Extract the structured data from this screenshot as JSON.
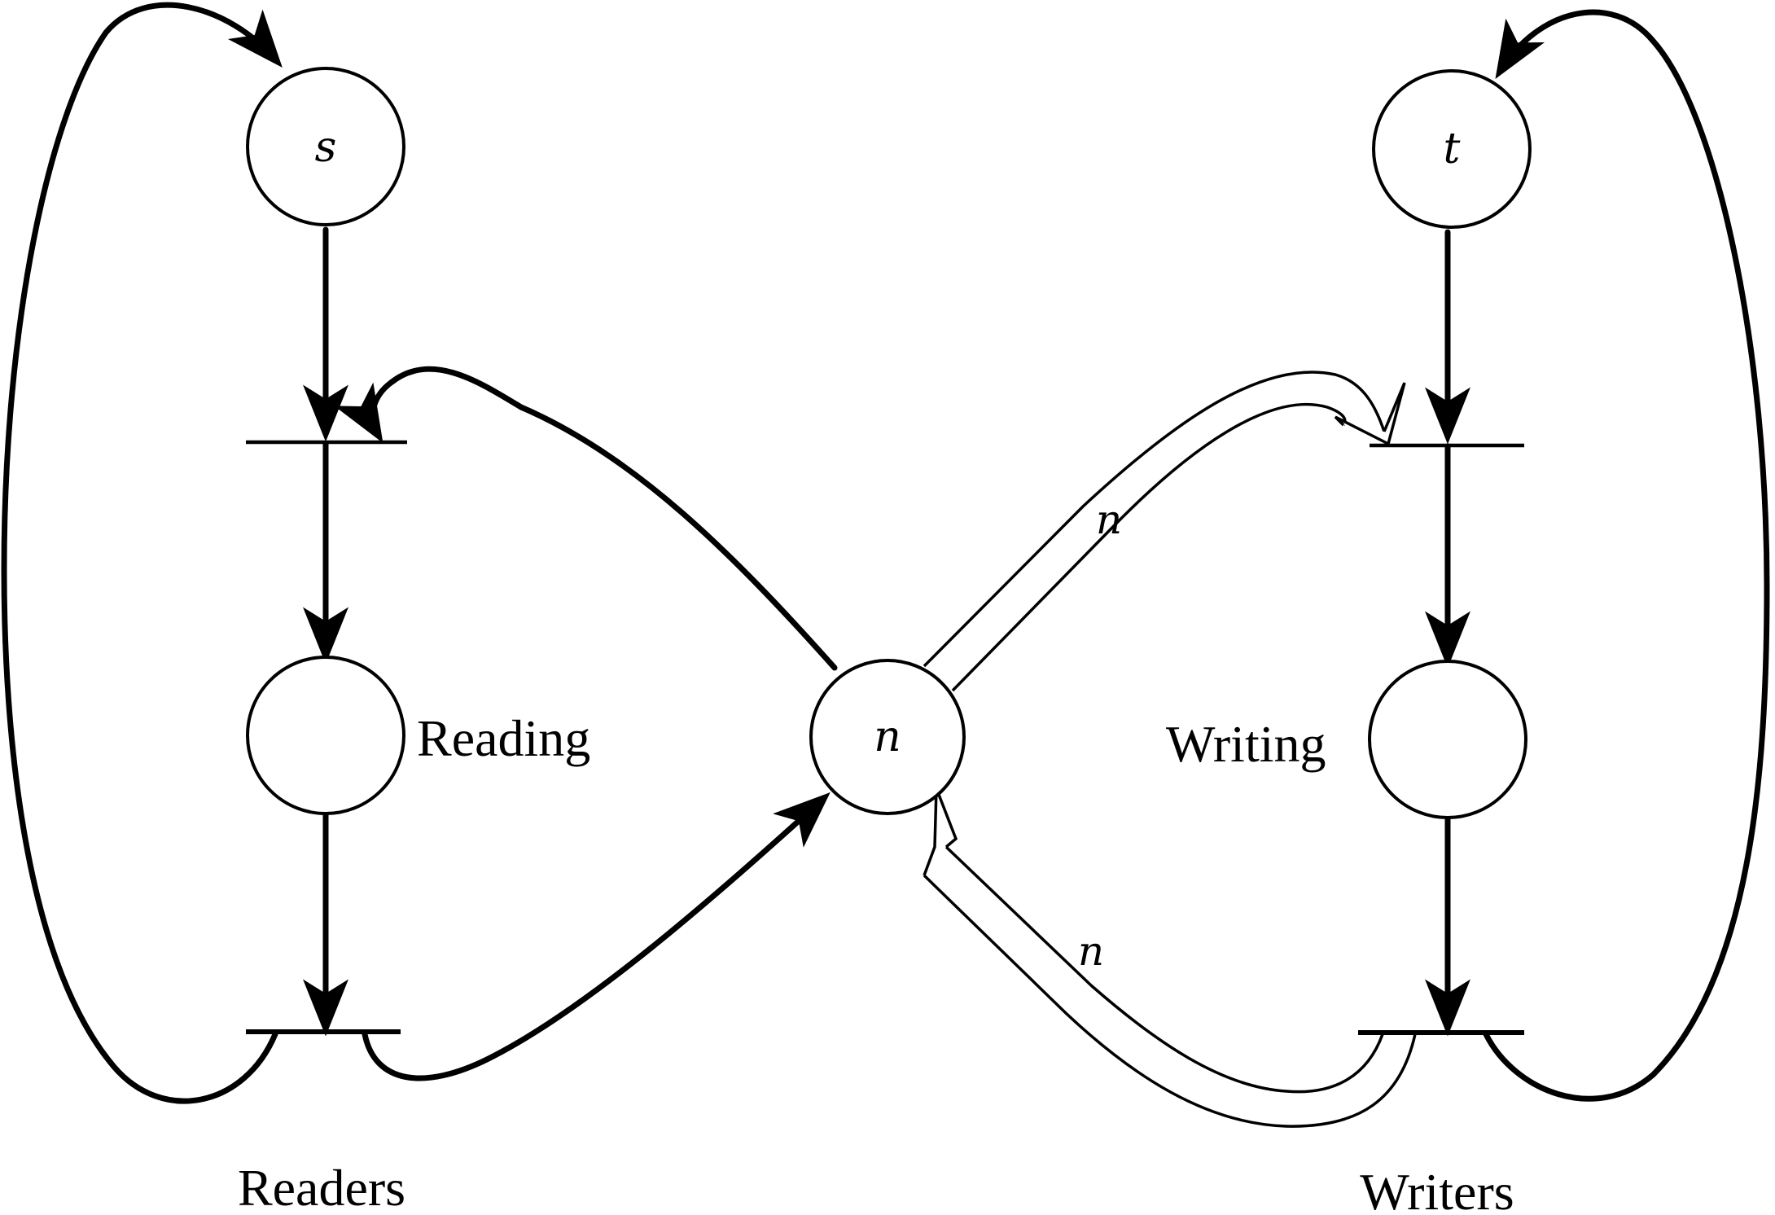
{
  "places": {
    "s_token": "s",
    "t_token": "t",
    "n_token": "n"
  },
  "labels": {
    "reading": "Reading",
    "writing": "Writing",
    "readers": "Readers",
    "writers": "Writers"
  },
  "arc_weights": {
    "n_to_writer_start": "n",
    "writer_end_to_n": "n"
  },
  "colors": {
    "ink": "#000000",
    "paper": "#ffffff"
  }
}
